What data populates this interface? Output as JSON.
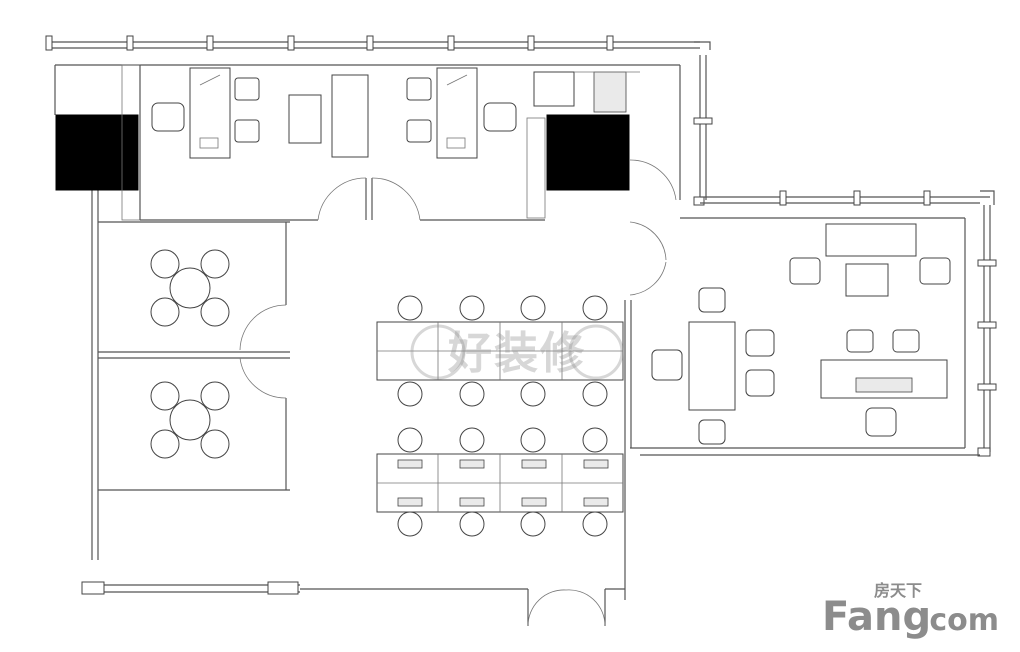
{
  "watermark_center": {
    "text": "好装修"
  },
  "watermark_corner": {
    "tagline": "房天下",
    "brand": "Fang",
    "suffix": ".com"
  },
  "colors": {
    "line": "#555555",
    "fill": "#000000",
    "watermark": "#8c8c8c"
  },
  "icons": [
    "office-chair",
    "sofa",
    "round-table",
    "desk",
    "door-swing",
    "workstation"
  ]
}
